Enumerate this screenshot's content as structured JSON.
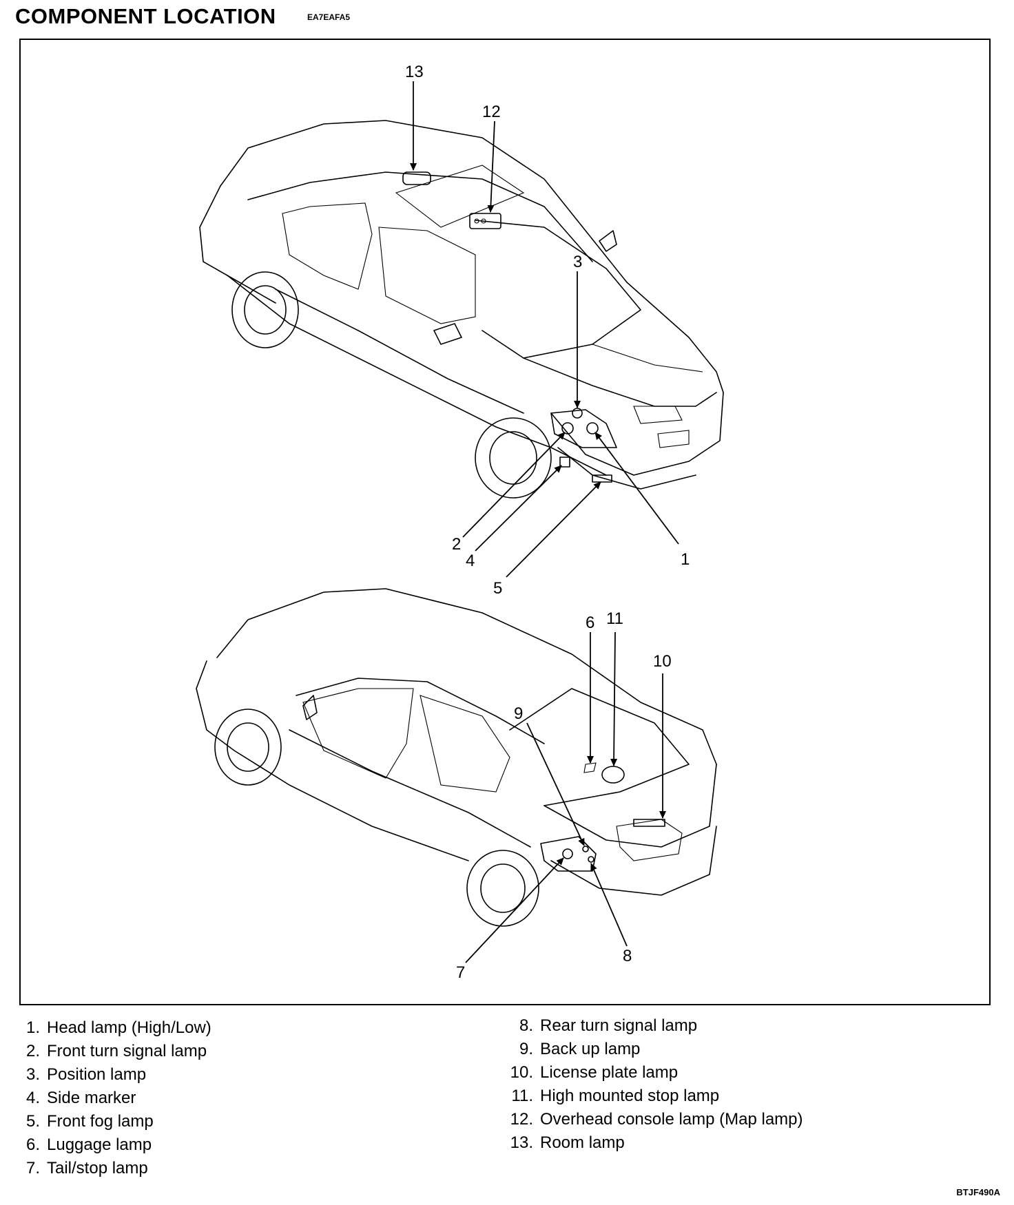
{
  "header": {
    "title": "COMPONENT LOCATION",
    "code": "EA7EAFA5"
  },
  "callouts": {
    "c1": "1",
    "c2": "2",
    "c3": "3",
    "c4": "4",
    "c5": "5",
    "c6": "6",
    "c7": "7",
    "c8": "8",
    "c9": "9",
    "c10": "10",
    "c11": "11",
    "c12": "12",
    "c13": "13"
  },
  "legend_left": [
    {
      "num": "1.",
      "label": "Head lamp (High/Low)"
    },
    {
      "num": "2.",
      "label": "Front turn signal lamp"
    },
    {
      "num": "3.",
      "label": "Position lamp"
    },
    {
      "num": "4.",
      "label": "Side marker"
    },
    {
      "num": "5.",
      "label": "Front fog lamp"
    },
    {
      "num": "6.",
      "label": "Luggage lamp"
    },
    {
      "num": "7.",
      "label": "Tail/stop lamp"
    }
  ],
  "legend_right": [
    {
      "num": "8.",
      "label": "Rear turn signal lamp"
    },
    {
      "num": "9.",
      "label": "Back up lamp"
    },
    {
      "num": "10.",
      "label": "License plate lamp"
    },
    {
      "num": "11.",
      "label": "High mounted stop lamp"
    },
    {
      "num": "12.",
      "label": "Overhead console lamp (Map lamp)"
    },
    {
      "num": "13.",
      "label": "Room lamp"
    }
  ],
  "figure_id": "BTJF490A"
}
